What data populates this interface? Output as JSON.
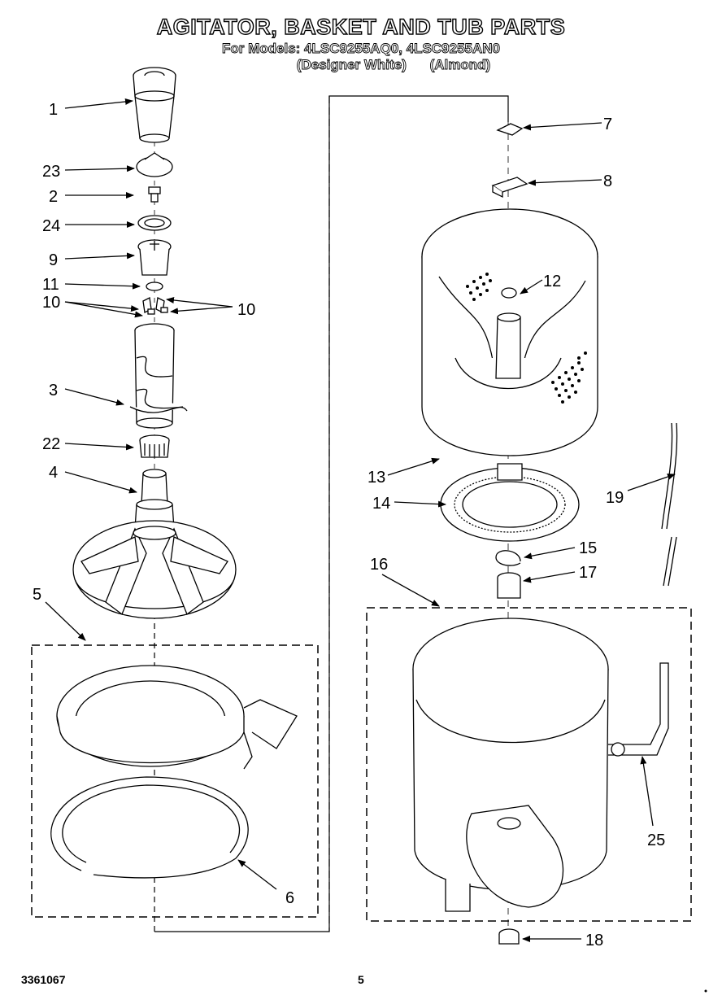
{
  "title": "AGITATOR, BASKET AND TUB PARTS",
  "models": "For Models: 4LSC9255AQ0, 4LSC9255AN0",
  "variant_1": "(Designer White)",
  "variant_2": "(Almond)",
  "callouts": [
    "1",
    "23",
    "2",
    "24",
    "9",
    "11",
    "10",
    "10",
    "3",
    "22",
    "4",
    "5",
    "6",
    "7",
    "8",
    "12",
    "13",
    "14",
    "15",
    "16",
    "17",
    "19",
    "25",
    "18"
  ],
  "footer_left": "3361067",
  "footer_center": "5"
}
